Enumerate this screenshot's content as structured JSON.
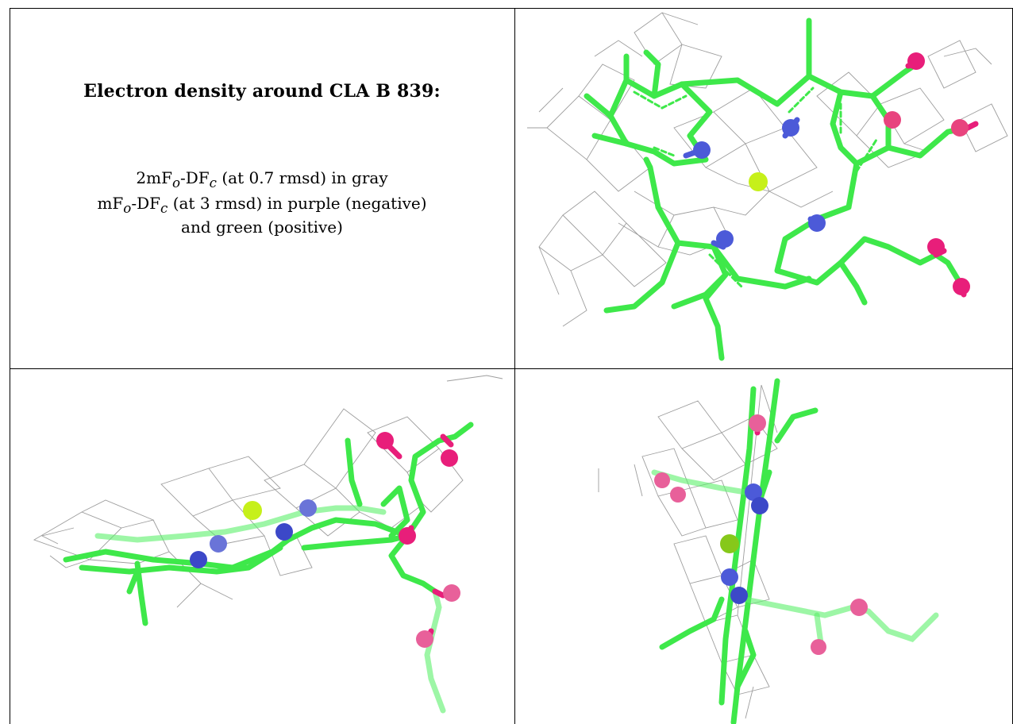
{
  "caption": {
    "title": "Electron density around CLA B 839:",
    "line1": "2mFₒ-DF𝑐 (at 0.7 rmsd) in gray",
    "line2": "mFₒ-DF𝑐 (at 3 rmsd) in purple (negative)",
    "line3": "and green (positive)"
  },
  "colors": {
    "carbon": "#3ee84a",
    "nitrogen": "#4c5ad8",
    "oxygen": "#e81e7a",
    "magnesium": "#c6f01a",
    "density_2fofc": "#8c8c8c"
  },
  "panels": [
    {
      "view": "top-view",
      "icon": "molecule-icon"
    },
    {
      "view": "side-view",
      "icon": "molecule-icon"
    },
    {
      "view": "edge-view",
      "icon": "molecule-icon"
    }
  ]
}
